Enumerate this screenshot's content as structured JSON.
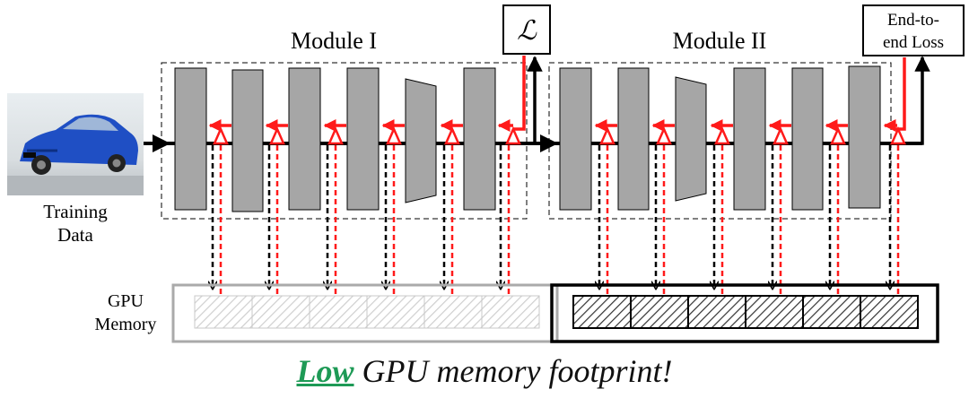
{
  "input": {
    "label_line1": "Training",
    "label_line2": "Data",
    "image": "car-photo"
  },
  "modules": [
    {
      "title": "Module I",
      "layers": 6,
      "memory_state": "released"
    },
    {
      "title": "Module II",
      "layers": 6,
      "memory_state": "occupied"
    }
  ],
  "losses": {
    "local": "ℒ",
    "global_line1": "End-to-",
    "global_line2": "end Loss"
  },
  "memory": {
    "label_line1": "GPU",
    "label_line2": "Memory",
    "cells_per_module": 6
  },
  "caption": {
    "highlight": "Low",
    "rest": " GPU memory footprint!"
  },
  "colors": {
    "layer_fill": "#a6a6a6",
    "gradient": "#ff1a1a",
    "highlight": "#1e9a56",
    "memory_hatch_active": "#333333",
    "memory_hatch_released": "#c8c8c8"
  }
}
